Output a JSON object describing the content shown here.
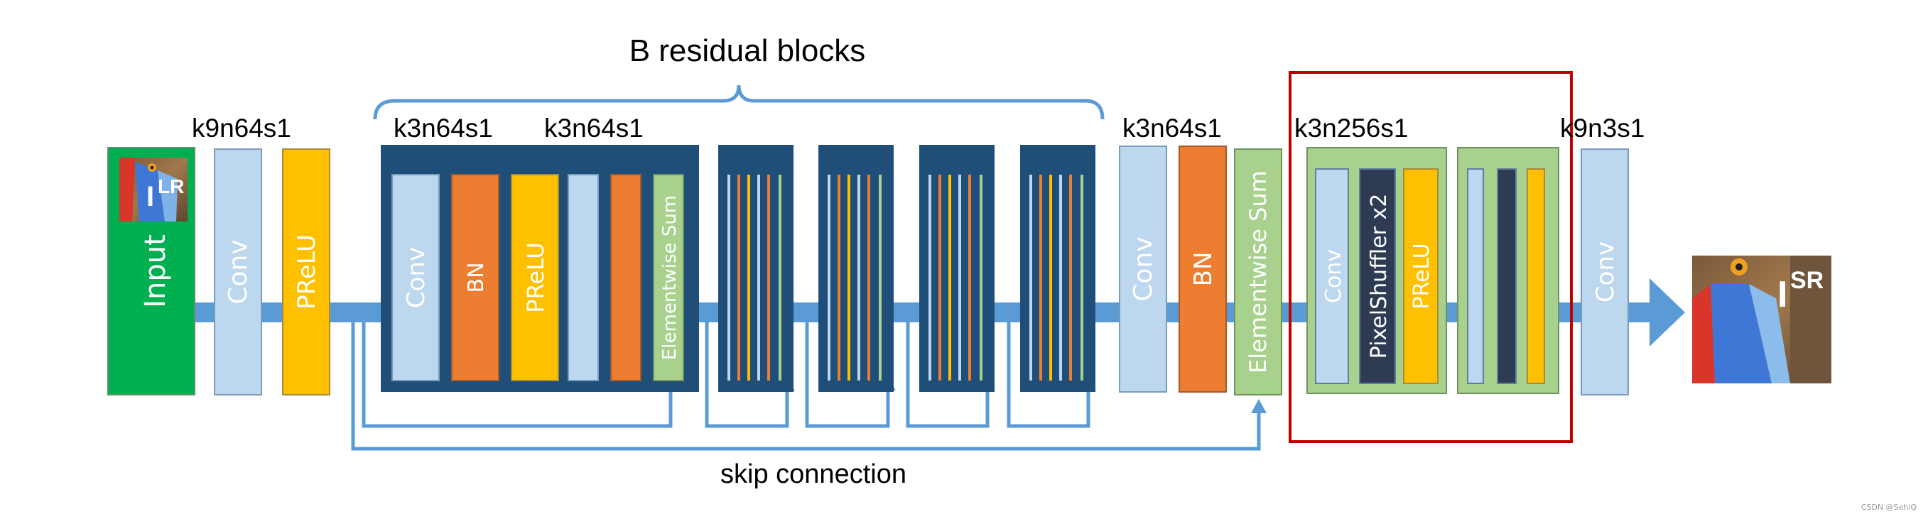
{
  "title": "B residual blocks",
  "skip_label": "skip connection",
  "params": {
    "first": "k9n64s1",
    "res_a": "k3n64s1",
    "res_b": "k3n64s1",
    "post": "k3n64s1",
    "upsample": "k3n256s1",
    "last": "k9n3s1"
  },
  "blocks": {
    "input": "Input",
    "conv1": "Conv",
    "prelu1": "PReLU",
    "res_conv1": "Conv",
    "res_bn1": "BN",
    "res_prelu": "PReLU",
    "elementwise_sum_1": "Elementwise Sum",
    "conv_post": "Conv",
    "bn_post": "BN",
    "elementwise_sum_2": "Elementwise Sum",
    "up_conv": "Conv",
    "pixel_shuffler": "PixelShuffler x2",
    "up_prelu": "PReLU",
    "conv_final": "Conv"
  },
  "image_labels": {
    "lr_main": "I",
    "lr_sub": "LR",
    "sr_main": "I",
    "sr_sub": "SR"
  },
  "watermark": "CSDN @SehiQ",
  "colors": {
    "conv": "#bdd7ee",
    "bn": "#ed7d31",
    "prelu": "#ffc000",
    "sum": "#a9d18e",
    "input": "#00b050",
    "block_bg": "#1f4e79",
    "arrow": "#5b9bd5",
    "shuffler": "#2f3b52",
    "highlight": "#c00000"
  }
}
